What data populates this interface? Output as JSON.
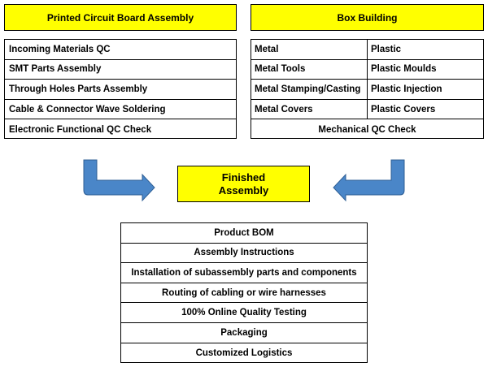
{
  "pcb": {
    "title": "Printed Circuit Board Assembly",
    "items": [
      "Incoming Materials QC",
      "SMT Parts Assembly",
      "Through Holes Parts Assembly",
      "Cable & Connector Wave Soldering",
      "Electronic Functional QC Check"
    ]
  },
  "box": {
    "title": "Box Building",
    "rows": [
      [
        "Metal",
        "Plastic"
      ],
      [
        "Metal Tools",
        "Plastic Moulds"
      ],
      [
        "Metal Stamping/Casting",
        "Plastic Injection"
      ],
      [
        "Metal Covers",
        "Plastic Covers"
      ]
    ],
    "footer": "Mechanical QC Check"
  },
  "finished": {
    "line1": "Finished",
    "line2": "Assembly"
  },
  "steps": [
    "Product BOM",
    "Assembly Instructions",
    "Installation of subassembly parts and components",
    "Routing of cabling or wire harnesses",
    "100% Online Quality Testing",
    "Packaging",
    "Customized Logistics"
  ],
  "colors": {
    "header_fill": "#ffff00",
    "arrow_fill": "#4a86c8",
    "arrow_stroke": "#2f5f95"
  }
}
